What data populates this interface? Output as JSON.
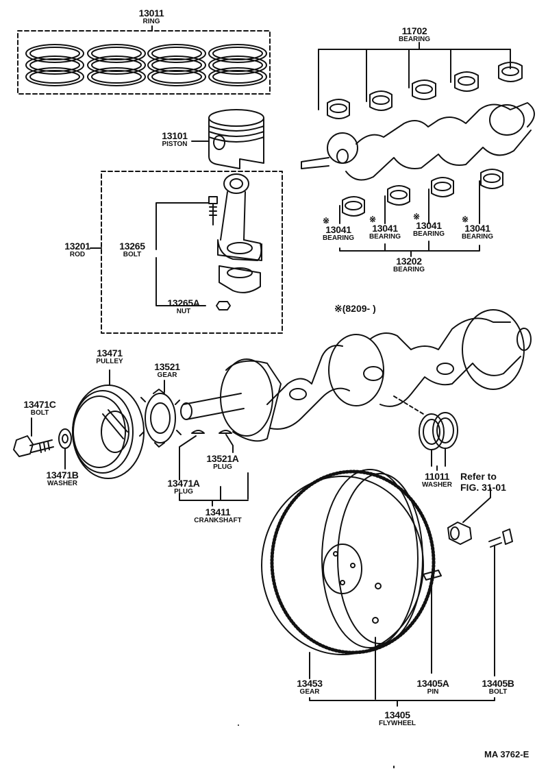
{
  "parts": {
    "ring": {
      "num": "13011",
      "name": "RING"
    },
    "bearing_upper": {
      "num": "11702",
      "name": "BEARING"
    },
    "piston": {
      "num": "13101",
      "name": "PISTON"
    },
    "rod": {
      "num": "13201",
      "name": "ROD"
    },
    "rod_bolt": {
      "num": "13265",
      "name": "BOLT"
    },
    "rod_nut": {
      "num": "13265A",
      "name": "NUT"
    },
    "bearing_1": {
      "mark": "※",
      "num": "13041",
      "name": "BEARING"
    },
    "bearing_2": {
      "mark": "※",
      "num": "13041",
      "name": "BEARING"
    },
    "bearing_3": {
      "mark": "※",
      "num": "13041",
      "name": "BEARING"
    },
    "bearing_4": {
      "mark": "※",
      "num": "13041",
      "name": "BEARING"
    },
    "bearing_set": {
      "num": "13202",
      "name": "BEARING"
    },
    "pulley": {
      "num": "13471",
      "name": "PULLEY"
    },
    "gear": {
      "num": "13521",
      "name": "GEAR"
    },
    "pulley_bolt": {
      "num": "13471C",
      "name": "BOLT"
    },
    "pulley_washer": {
      "num": "13471B",
      "name": "WASHER"
    },
    "plug_a": {
      "num": "13521A",
      "name": "PLUG"
    },
    "plug_b": {
      "num": "13471A",
      "name": "PLUG"
    },
    "crankshaft": {
      "num": "13411",
      "name": "CRANKSHAFT"
    },
    "thrust_washer": {
      "num": "11011",
      "name": "WASHER"
    },
    "ring_gear": {
      "num": "13453",
      "name": "GEAR"
    },
    "fw_pin": {
      "num": "13405A",
      "name": "PIN"
    },
    "fw_bolt": {
      "num": "13405B",
      "name": "BOLT"
    },
    "flywheel": {
      "num": "13405",
      "name": "FLYWHEEL"
    }
  },
  "notes": {
    "date_code": "※(8209-         )",
    "refer_line1": "Refer to",
    "refer_line2": "FIG. 31-01",
    "code": "MA 3762-E"
  }
}
